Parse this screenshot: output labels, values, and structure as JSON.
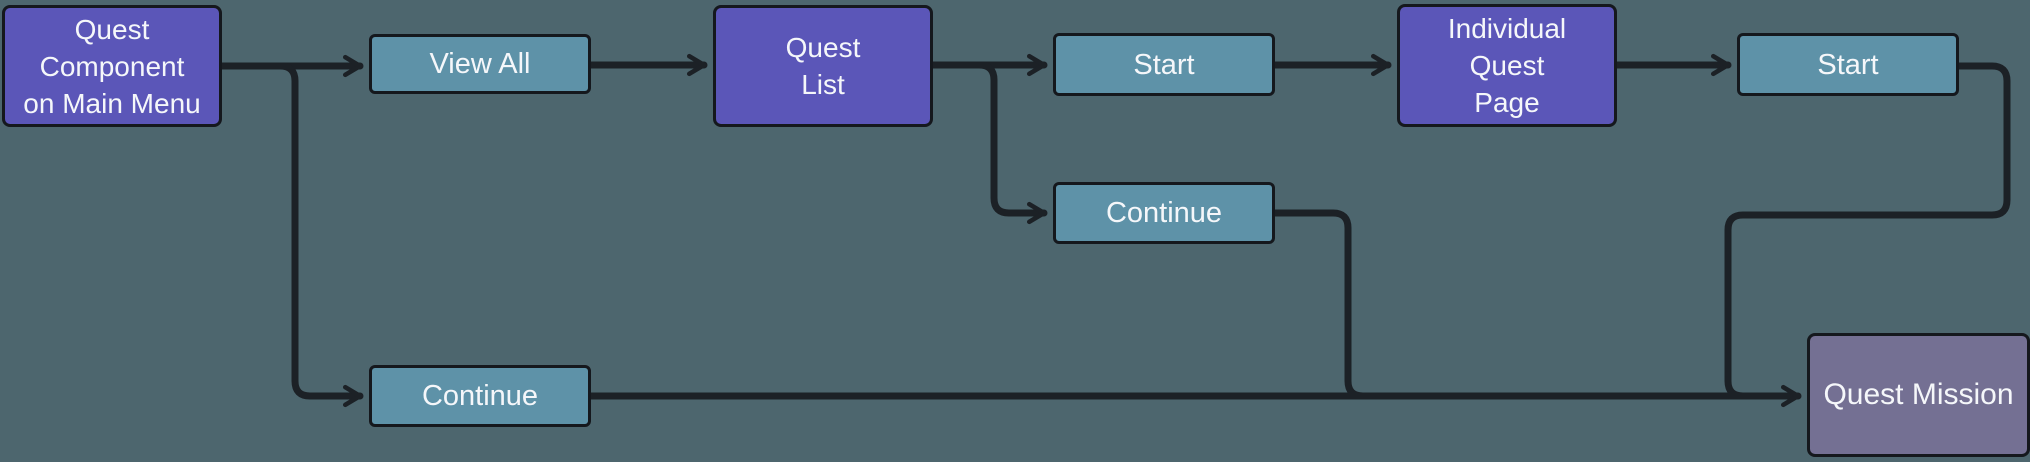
{
  "diagram": {
    "type": "flowchart",
    "colors": {
      "background": "#4d666e",
      "screen_node": "#5b56b8",
      "action_node": "#5e92a8",
      "terminal_node": "#747093",
      "connector": "#1c2126",
      "node_text": "#f5f7fa"
    },
    "nodes": [
      {
        "id": "quest-component",
        "label": "Quest\nComponent\non Main Menu",
        "type": "screen"
      },
      {
        "id": "view-all",
        "label": "View All",
        "type": "action"
      },
      {
        "id": "quest-list",
        "label": "Quest\nList",
        "type": "screen"
      },
      {
        "id": "start-from-quest-list",
        "label": "Start",
        "type": "action"
      },
      {
        "id": "individual-quest-page",
        "label": "Individual\nQuest\nPage",
        "type": "screen"
      },
      {
        "id": "start-from-individual-quest-page",
        "label": "Start",
        "type": "action"
      },
      {
        "id": "continue-from-quest-list",
        "label": "Continue",
        "type": "action"
      },
      {
        "id": "continue-from-main-menu",
        "label": "Continue",
        "type": "action"
      },
      {
        "id": "quest-mission",
        "label": "Quest Mission",
        "type": "terminal"
      }
    ],
    "edges": [
      {
        "from": "quest-component",
        "to": "view-all"
      },
      {
        "from": "quest-component",
        "to": "continue-from-main-menu"
      },
      {
        "from": "view-all",
        "to": "quest-list"
      },
      {
        "from": "quest-list",
        "to": "start-from-quest-list"
      },
      {
        "from": "quest-list",
        "to": "continue-from-quest-list"
      },
      {
        "from": "start-from-quest-list",
        "to": "individual-quest-page"
      },
      {
        "from": "individual-quest-page",
        "to": "start-from-individual-quest-page"
      },
      {
        "from": "start-from-individual-quest-page",
        "to": "quest-mission"
      },
      {
        "from": "continue-from-quest-list",
        "to": "quest-mission"
      },
      {
        "from": "continue-from-main-menu",
        "to": "quest-mission"
      }
    ]
  }
}
